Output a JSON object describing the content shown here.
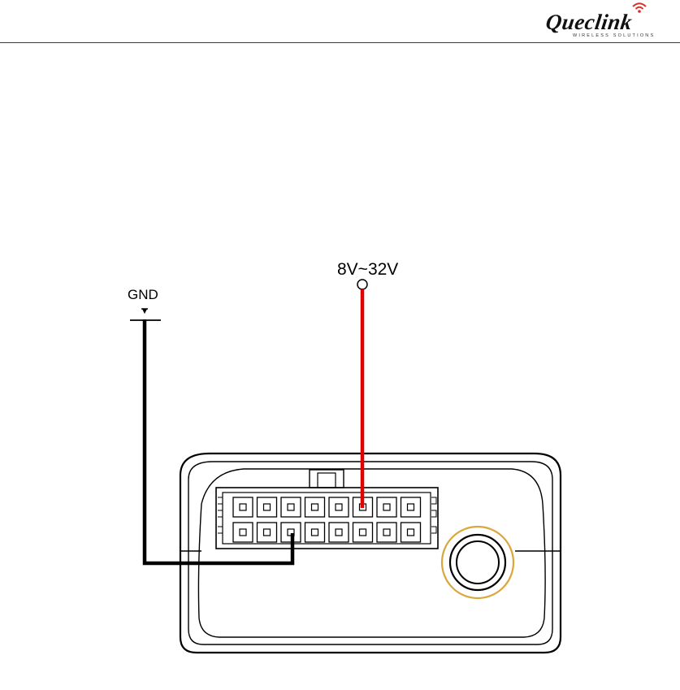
{
  "header": {
    "logo_text": "Queclink",
    "logo_tagline": "WIRELESS SOLUTIONS",
    "logo_signal_icon": "wifi-signal-icon",
    "logo_signal_color": "#d9302a"
  },
  "diagram": {
    "gnd_label": "GND",
    "power_label": "8V~32V",
    "power_wire_color": "#e00000",
    "ground_wire_color": "#000000",
    "highlight_ring_color": "#d9a73a",
    "connector_pins_per_row": 8,
    "connector_rows": 2
  }
}
